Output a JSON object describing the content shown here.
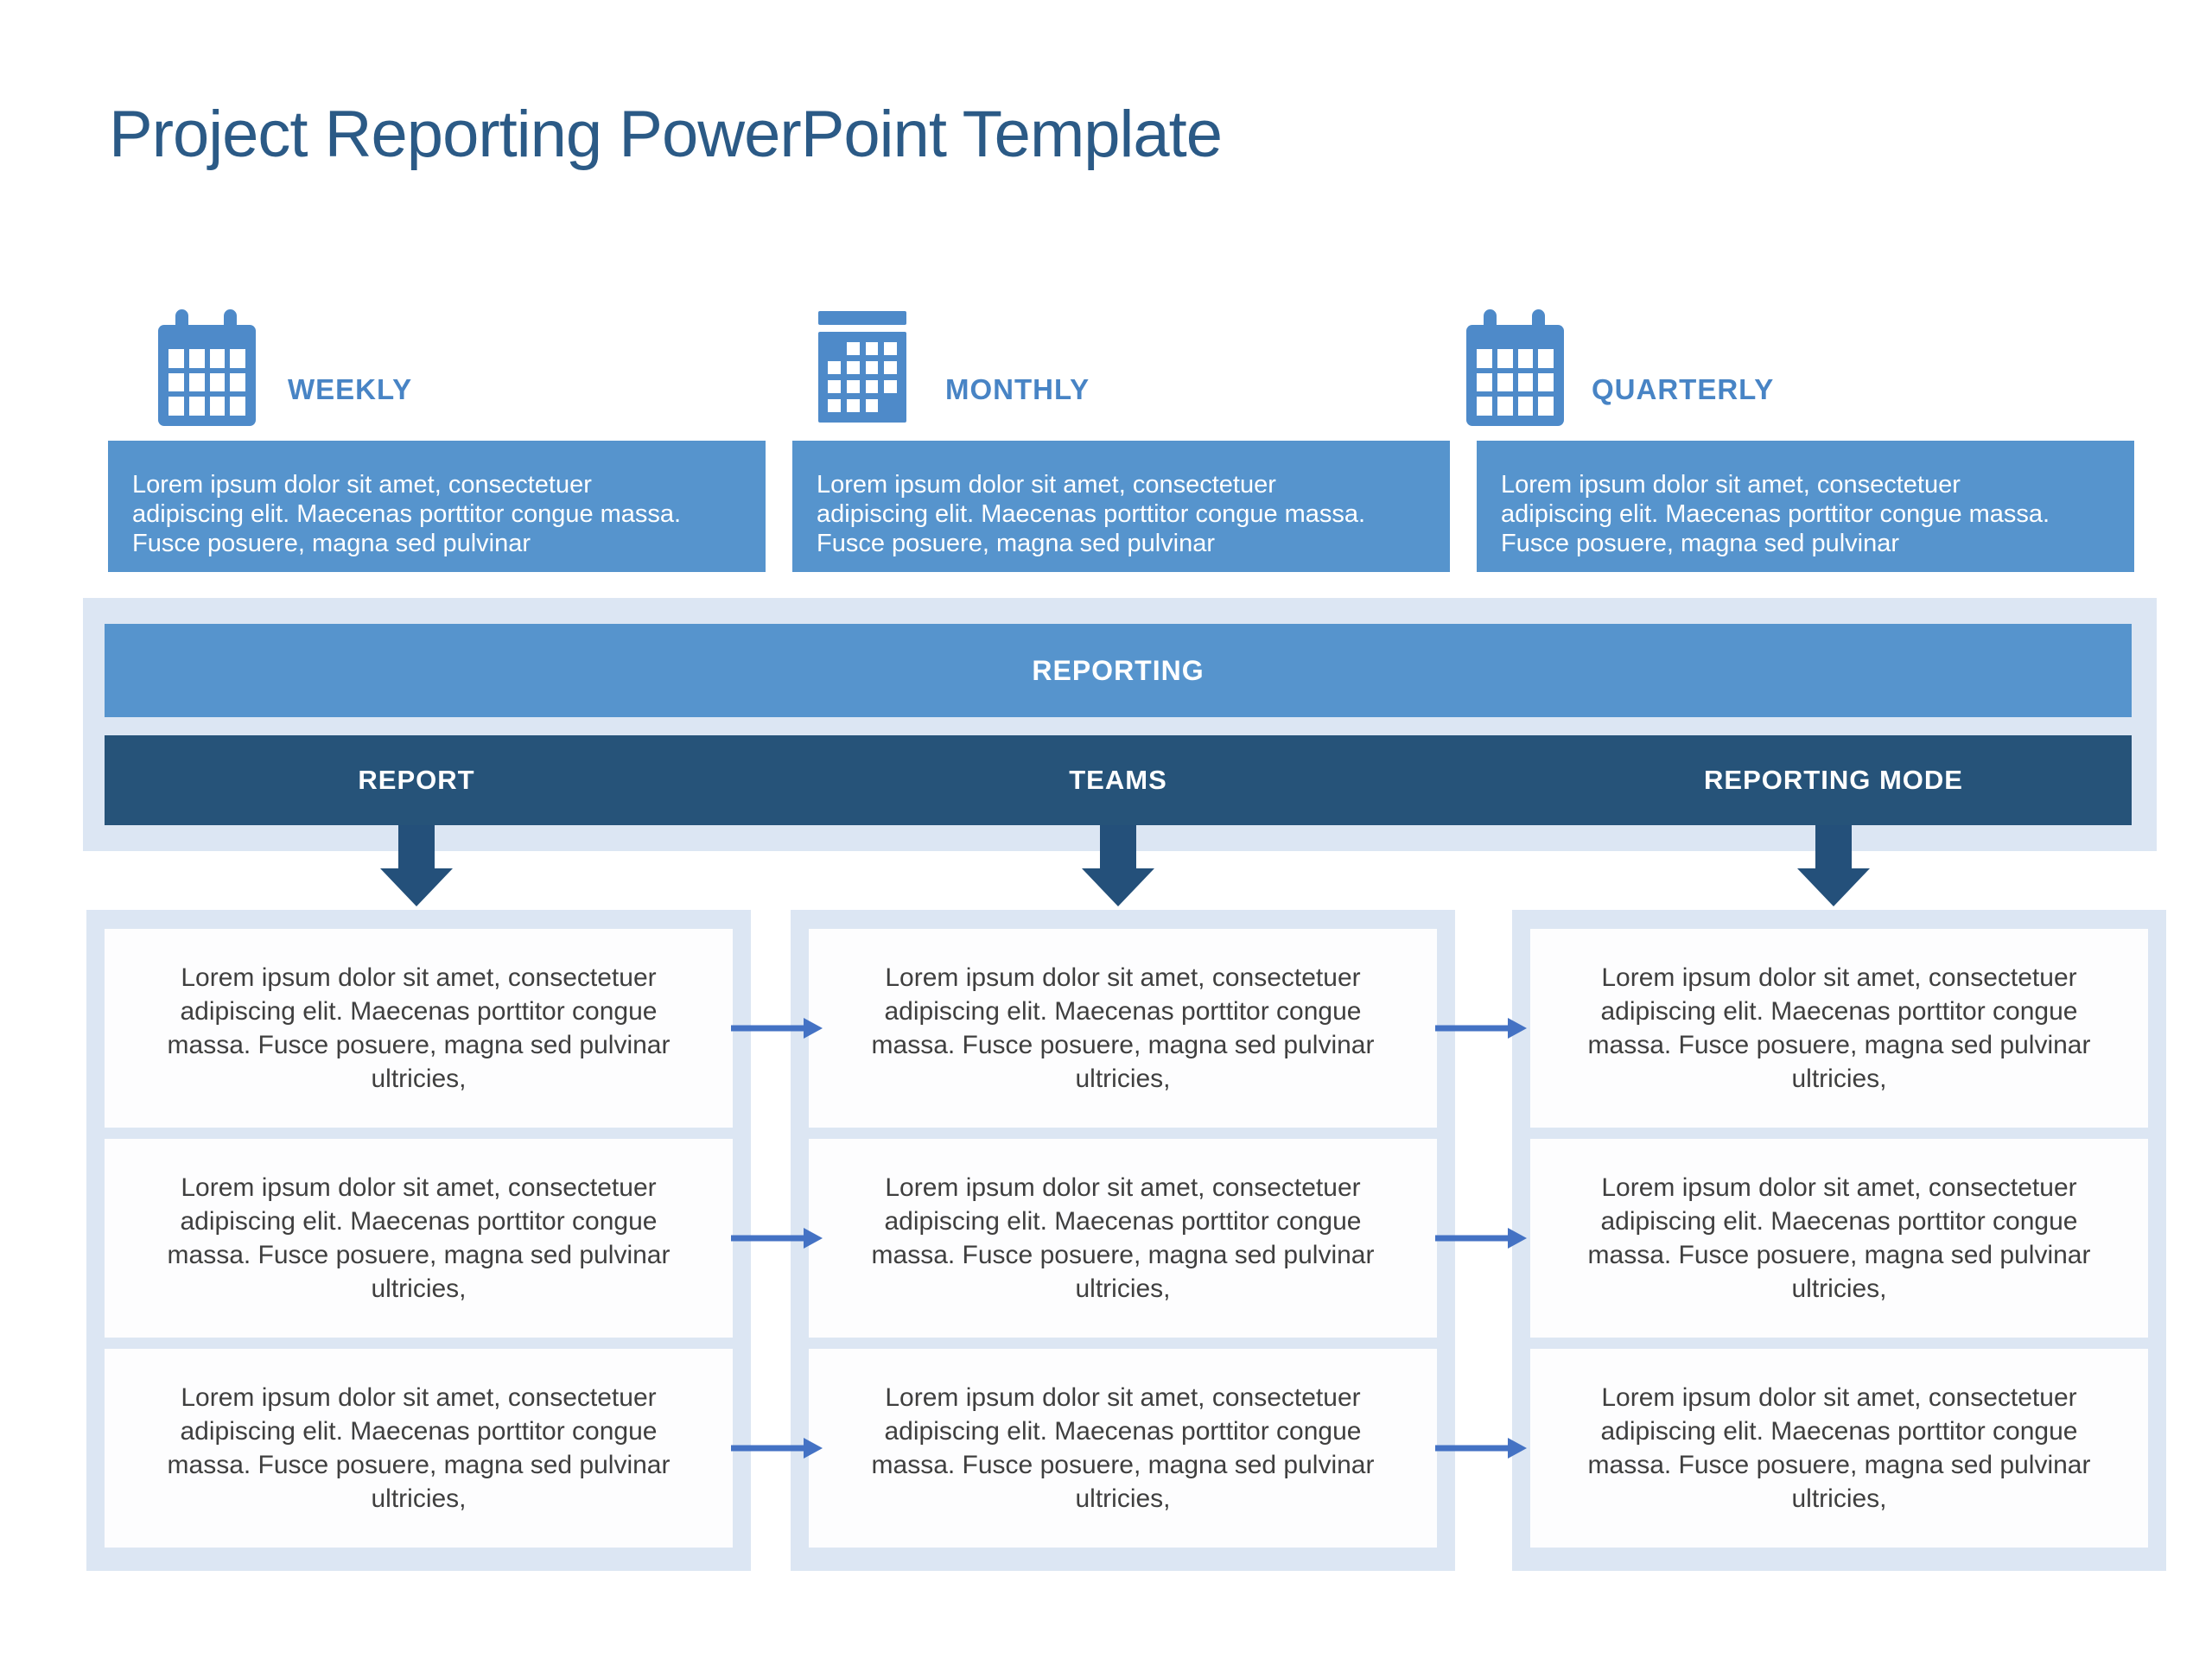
{
  "title": "Project Reporting PowerPoint Template",
  "colors": {
    "accent_blue": "#5694cd",
    "icon_blue": "#4e8ac9",
    "label_blue": "#4884c5",
    "dark_navy": "#265379",
    "arrow_navy": "#24507a",
    "panel_blue": "#dce6f3",
    "connector_blue": "#4472c4",
    "title_blue": "#2b5a86",
    "cell_text_gray": "#3f3f3f"
  },
  "schedule": {
    "items": [
      {
        "id": "weekly",
        "label": "WEEKLY",
        "icon": "calendar-week-icon",
        "description_lines": [
          "Lorem ipsum dolor sit amet, consectetuer",
          "adipiscing elit. Maecenas porttitor congue massa.",
          "Fusce posuere, magna sed pulvinar"
        ]
      },
      {
        "id": "monthly",
        "label": "MONTHLY",
        "icon": "calendar-month-icon",
        "description_lines": [
          "Lorem ipsum dolor sit amet, consectetuer",
          "adipiscing elit. Maecenas porttitor congue massa.",
          "Fusce posuere, magna sed pulvinar"
        ]
      },
      {
        "id": "quarterly",
        "label": "QUARTERLY",
        "icon": "calendar-week-icon",
        "description_lines": [
          "Lorem ipsum dolor sit amet, consectetuer",
          "adipiscing elit. Maecenas porttitor congue massa.",
          "Fusce posuere, magna sed pulvinar"
        ]
      }
    ]
  },
  "reporting": {
    "band_label": "REPORTING",
    "column_headers": [
      "REPORT",
      "TEAMS",
      "REPORTING MODE"
    ]
  },
  "grid": {
    "rows": 3,
    "cols": 3,
    "cell_lines": [
      "Lorem ipsum dolor sit amet, consectetuer",
      "adipiscing elit. Maecenas porttitor congue",
      "massa. Fusce posuere, magna sed pulvinar",
      "ultricies,"
    ]
  }
}
